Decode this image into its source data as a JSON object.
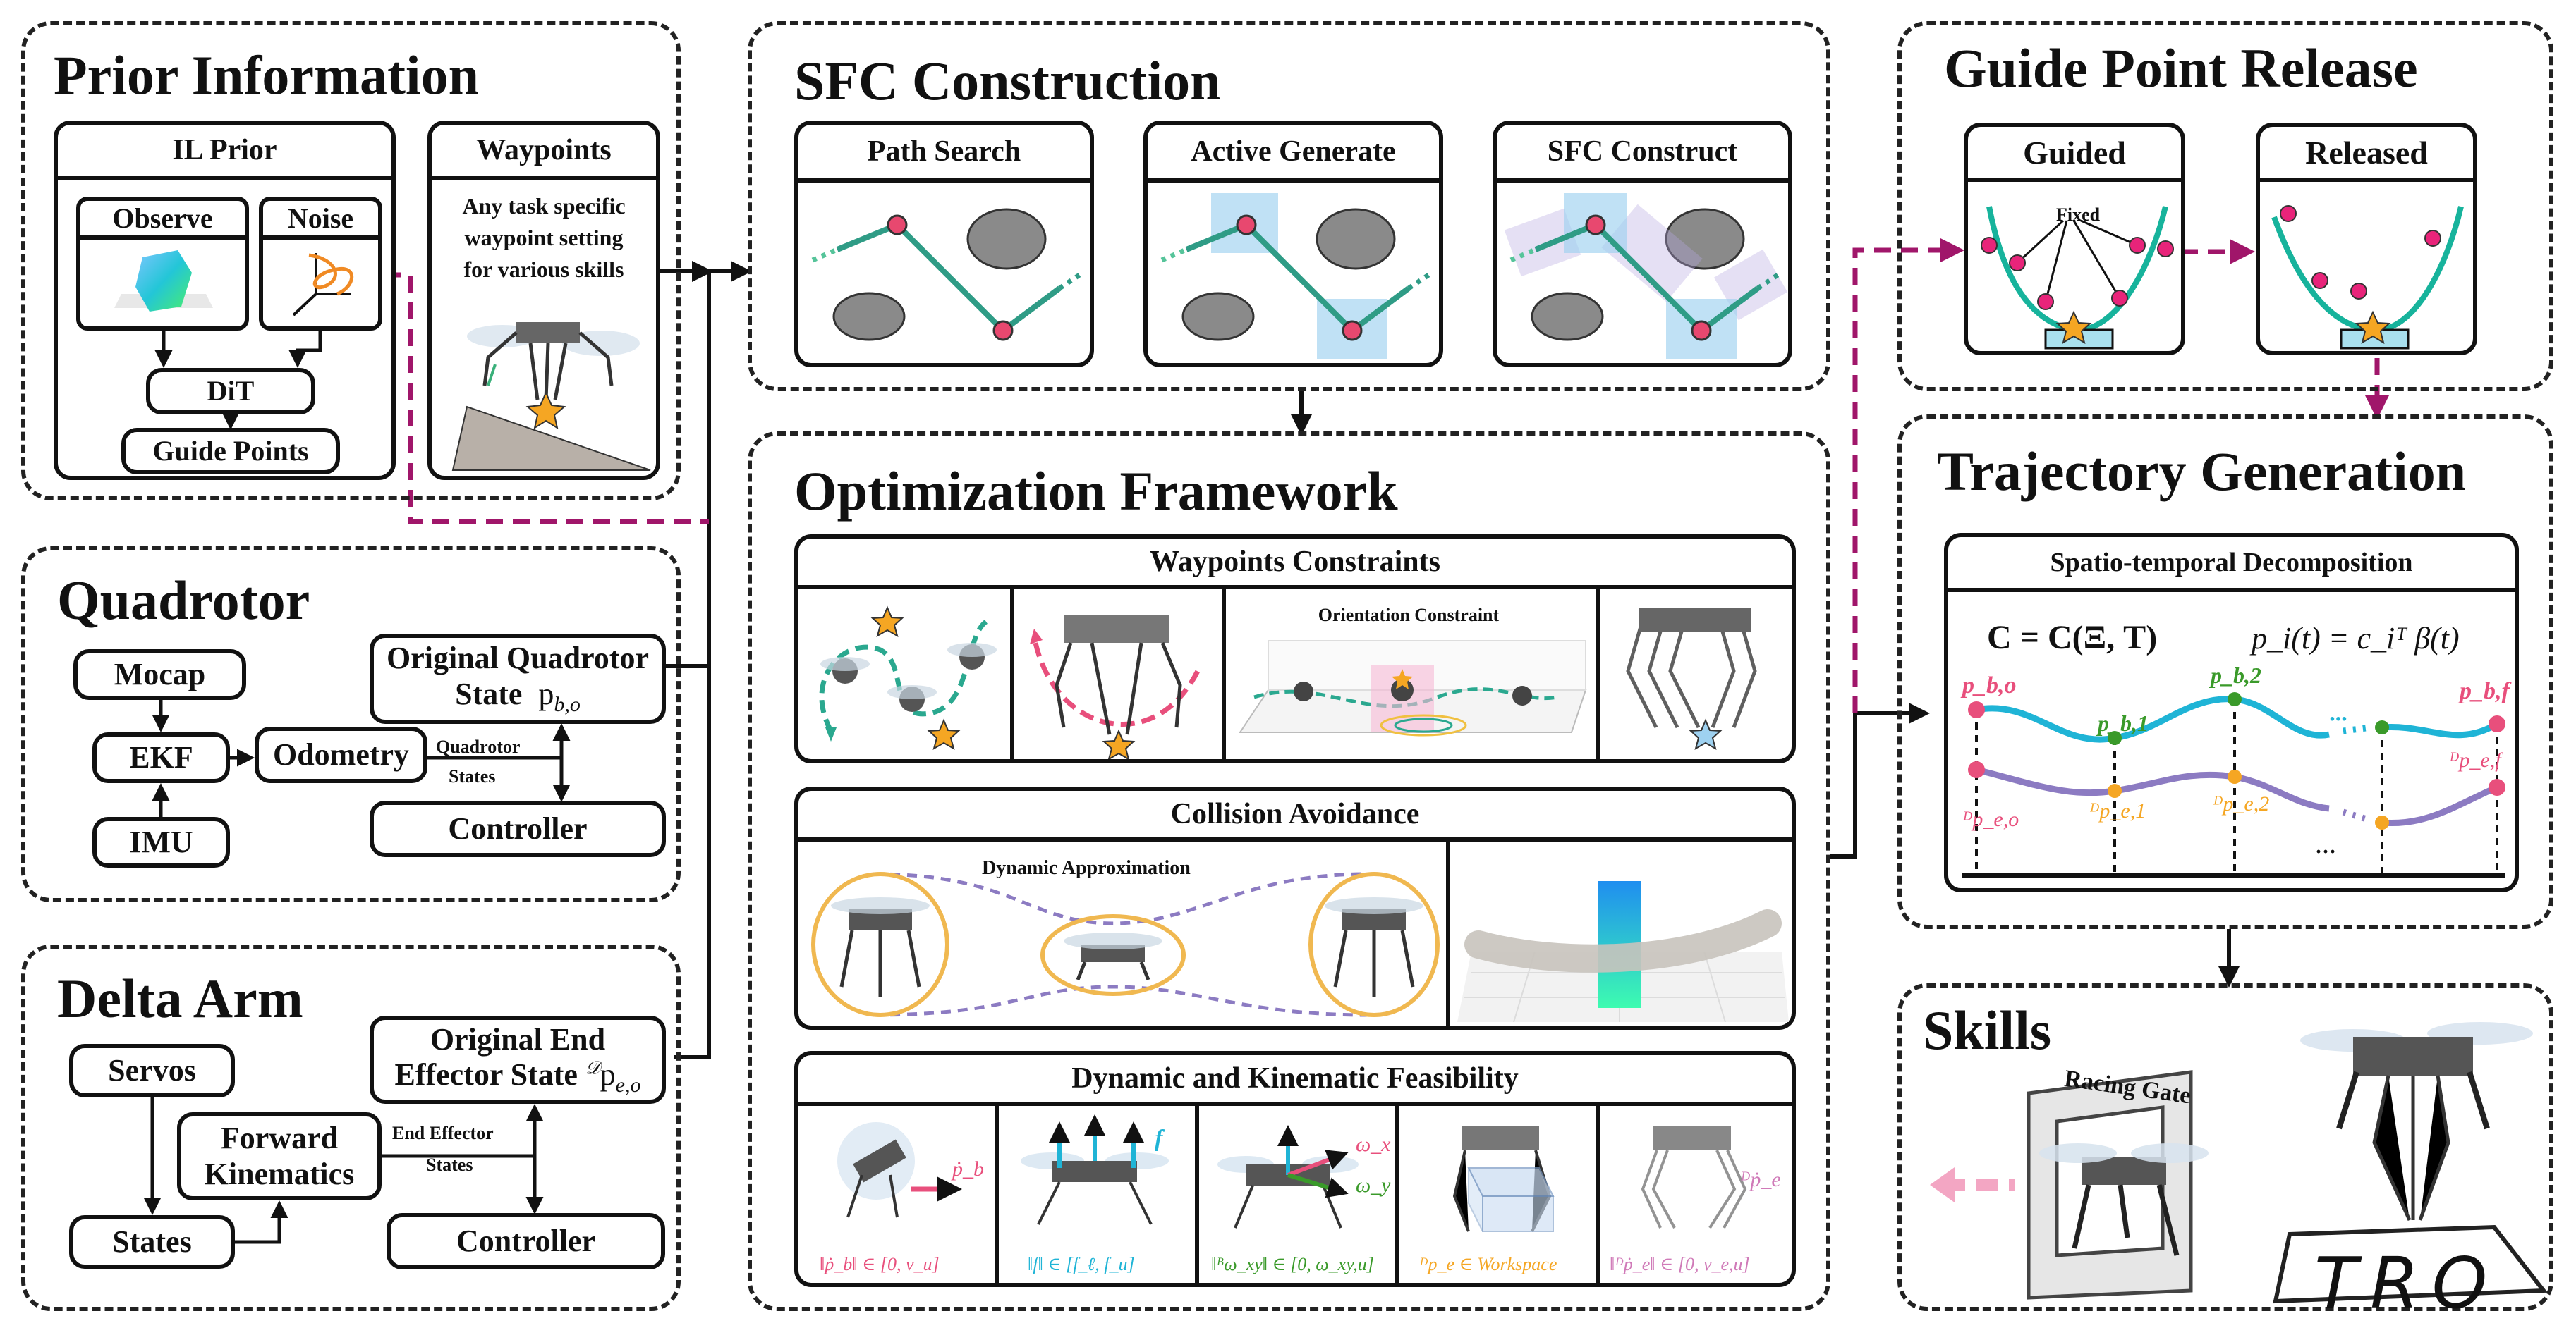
{
  "sections": {
    "prior": "Prior Information",
    "quadrotor": "Quadrotor",
    "delta": "Delta Arm",
    "sfc": "SFC Construction",
    "opt": "Optimization Framework",
    "guide": "Guide Point Release",
    "traj": "Trajectory Generation",
    "skills": "Skills"
  },
  "prior": {
    "il_prior": "IL Prior",
    "observe": "Observe",
    "noise": "Noise",
    "dit": "DiT",
    "guide_points": "Guide Points",
    "waypoints": "Waypoints",
    "waypoints_desc_1": "Any task specific",
    "waypoints_desc_2": "waypoint setting",
    "waypoints_desc_3": "for various skills"
  },
  "quadrotor": {
    "mocap": "Mocap",
    "ekf": "EKF",
    "imu": "IMU",
    "odometry": "Odometry",
    "state_1": "Original Quadrotor",
    "state_2": "State",
    "state_sym": "p",
    "state_sub": "b,o",
    "edge_1": "Quadrotor",
    "edge_2": "States",
    "controller": "Controller"
  },
  "delta": {
    "servos": "Servos",
    "fk_1": "Forward",
    "fk_2": "Kinematics",
    "states": "States",
    "state_1": "Original End",
    "state_2": "Effector State",
    "state_sym": "p",
    "state_sub": "e,o",
    "edge_1": "End Effector",
    "edge_2": "States",
    "controller": "Controller"
  },
  "sfc": {
    "path_search": "Path Search",
    "active_generate": "Active Generate",
    "sfc_construct": "SFC Construct"
  },
  "opt": {
    "waypoints_constraints": "Waypoints Constraints",
    "orientation_constraint": "Orientation Constraint",
    "collision_avoidance": "Collision Avoidance",
    "dynamic_approximation": "Dynamic Approximation",
    "feasibility": "Dynamic and Kinematic Feasibility",
    "c1": "‖ṗ_b‖ ∈ [0, v_u]",
    "c2": "‖f‖ ∈ [f_ℓ, f_u]",
    "c3": "‖ᴮω_xy‖ ∈ [0, ω_xy,u]",
    "c4": "ᴰp_e ∈ Workspace",
    "c5": "‖ᴰṗ_e‖ ∈ [0, v_e,u]",
    "l1": "ṗ_b",
    "l2": "f",
    "l3a": "ω_x",
    "l3b": "ω_y",
    "l5": "ᴰṗ_e"
  },
  "guide": {
    "guided": "Guided",
    "released": "Released",
    "fixed": "Fixed"
  },
  "traj": {
    "decomp": "Spatio-temporal Decomposition",
    "eq1": "C = C(Ξ, T)",
    "eq2": "p_i(t) = c_iᵀ β(t)",
    "pbo": "p_b,o",
    "pb1": "p_b,1",
    "pb2": "p_b,2",
    "pbf": "p_b,f",
    "peo": "ᴰp_e,o",
    "pe1": "ᴰp_e,1",
    "pe2": "ᴰp_e,2",
    "pef": "ᴰp_e,f",
    "dots1": "···",
    "dots2": "···"
  },
  "skills": {
    "racing_gate": "Racing Gate",
    "tro": "TRO"
  },
  "colors": {
    "magenta": "#a0166a",
    "teal": "#2aa88f",
    "cyan": "#1fb4d6",
    "purple": "#8c7bc2",
    "orange": "#f5a623",
    "pink": "#e84f7c",
    "green": "#3a9a2a"
  }
}
